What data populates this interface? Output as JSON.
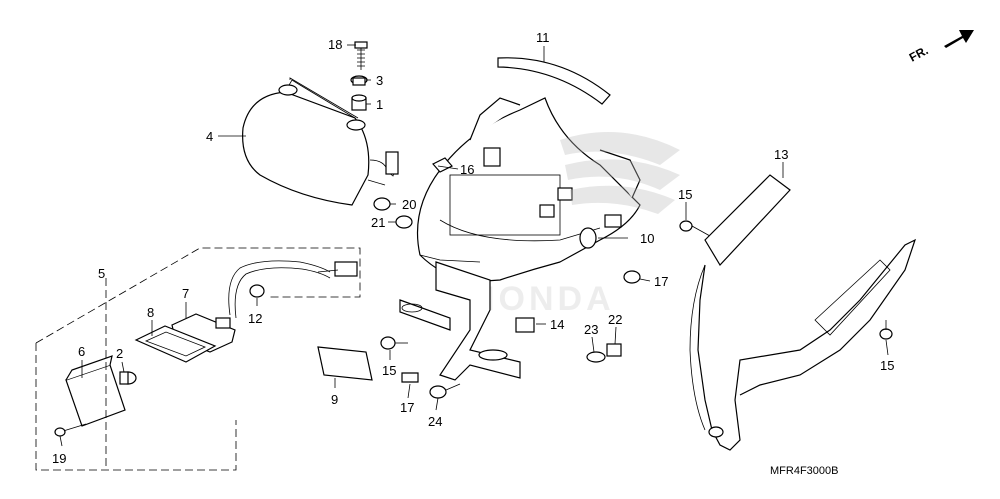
{
  "diagram": {
    "code": "MFR4F3000B",
    "direction_label": "FR.",
    "callouts": [
      {
        "id": "c1",
        "text": "1"
      },
      {
        "id": "c2",
        "text": "2"
      },
      {
        "id": "c3",
        "text": "3"
      },
      {
        "id": "c4",
        "text": "4"
      },
      {
        "id": "c5",
        "text": "5"
      },
      {
        "id": "c6",
        "text": "6"
      },
      {
        "id": "c7",
        "text": "7"
      },
      {
        "id": "c8",
        "text": "8"
      },
      {
        "id": "c9",
        "text": "9"
      },
      {
        "id": "c10",
        "text": "10"
      },
      {
        "id": "c11",
        "text": "11"
      },
      {
        "id": "c12",
        "text": "12"
      },
      {
        "id": "c13",
        "text": "13"
      },
      {
        "id": "c14",
        "text": "14"
      },
      {
        "id": "c15a",
        "text": "15"
      },
      {
        "id": "c15b",
        "text": "15"
      },
      {
        "id": "c15c",
        "text": "15"
      },
      {
        "id": "c16",
        "text": "16"
      },
      {
        "id": "c17a",
        "text": "17"
      },
      {
        "id": "c17b",
        "text": "17"
      },
      {
        "id": "c18",
        "text": "18"
      },
      {
        "id": "c19",
        "text": "19"
      },
      {
        "id": "c20",
        "text": "20"
      },
      {
        "id": "c21",
        "text": "21"
      },
      {
        "id": "c22",
        "text": "22"
      },
      {
        "id": "c23",
        "text": "23"
      },
      {
        "id": "c24",
        "text": "24"
      }
    ]
  },
  "colors": {
    "line": "#000000",
    "background": "#ffffff",
    "shade": "#dddddd"
  }
}
